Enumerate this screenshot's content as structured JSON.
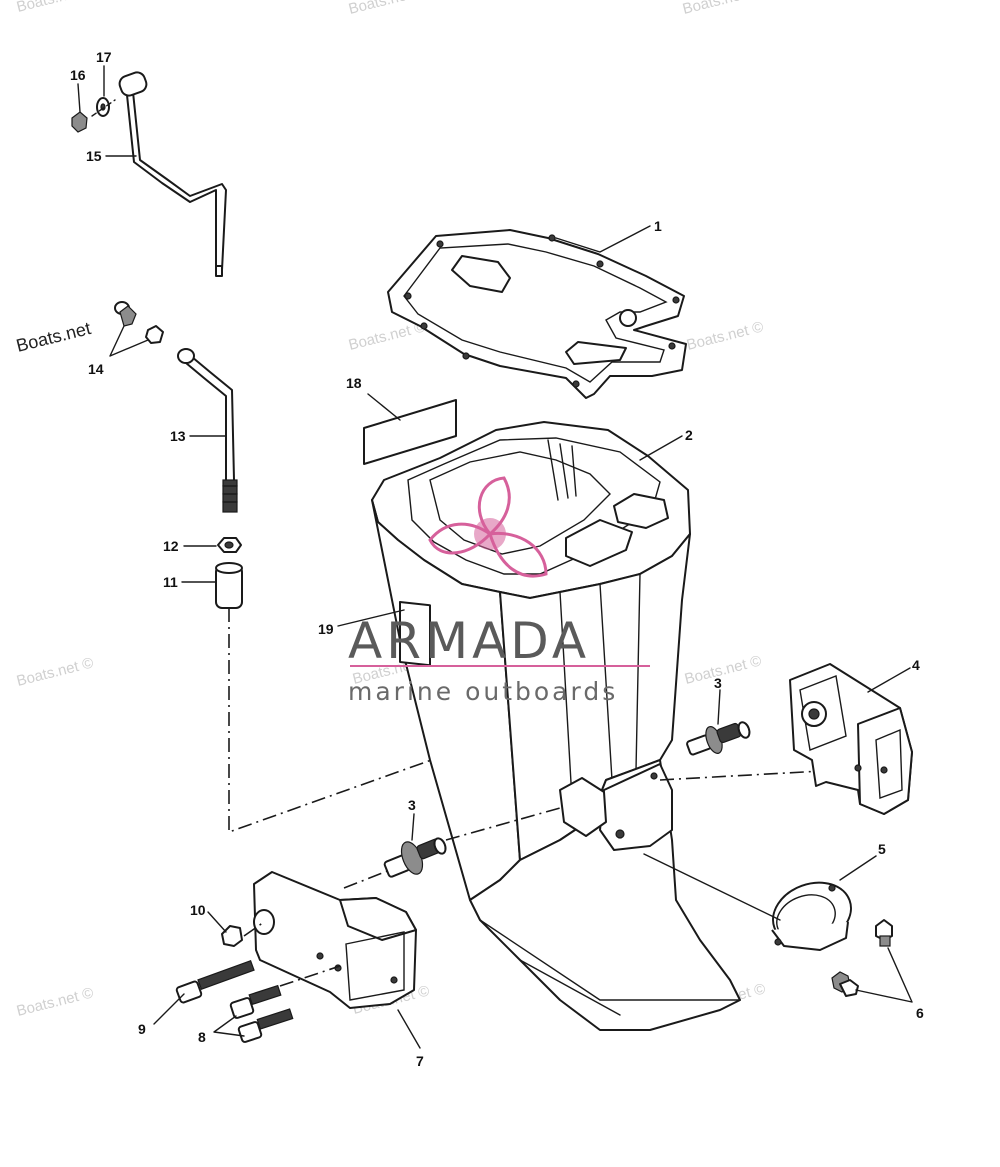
{
  "watermarks": {
    "site": "Boats.net ©",
    "site_plain": "Boats.net"
  },
  "brand": {
    "name": "ARMADA",
    "tagline": "marine outboards",
    "accent_color": "#d6609b"
  },
  "callouts": {
    "c1": "1",
    "c2": "2",
    "c3a": "3",
    "c3b": "3",
    "c4": "4",
    "c5": "5",
    "c6": "6",
    "c7": "7",
    "c8": "8",
    "c9": "9",
    "c10": "10",
    "c11": "11",
    "c12": "12",
    "c13": "13",
    "c14": "14",
    "c15": "15",
    "c16": "16",
    "c17": "17",
    "c18": "18",
    "c19": "19"
  }
}
